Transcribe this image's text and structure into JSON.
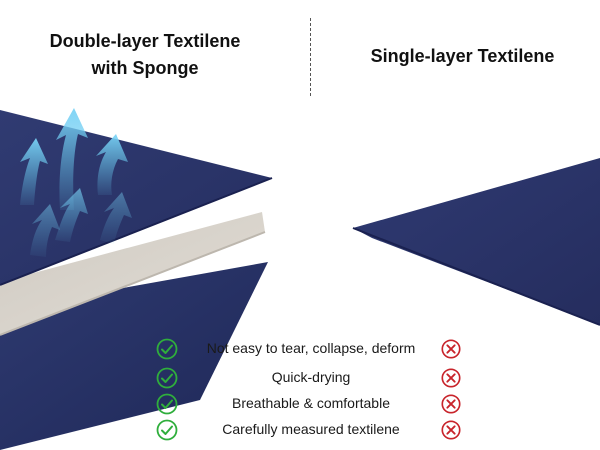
{
  "left_title": {
    "line1": "Double-layer Textilene",
    "line2": "with Sponge"
  },
  "right_title": "Single-layer Textilene",
  "features": [
    {
      "label": "Not easy to tear, collapse, deform"
    },
    {
      "label": "Quick-drying"
    },
    {
      "label": "Breathable & comfortable"
    },
    {
      "label": "Carefully measured textilene"
    }
  ],
  "icons": {
    "yes": "green-check-circle-icon",
    "no": "red-x-circle-icon",
    "airflow": "airflow-arrows-icon"
  },
  "colors": {
    "fabric": "#2b3566",
    "sponge": "#d9d4cc",
    "airflow": "#5fc3ea",
    "check": "#2fae3c",
    "cross": "#c8242b"
  }
}
